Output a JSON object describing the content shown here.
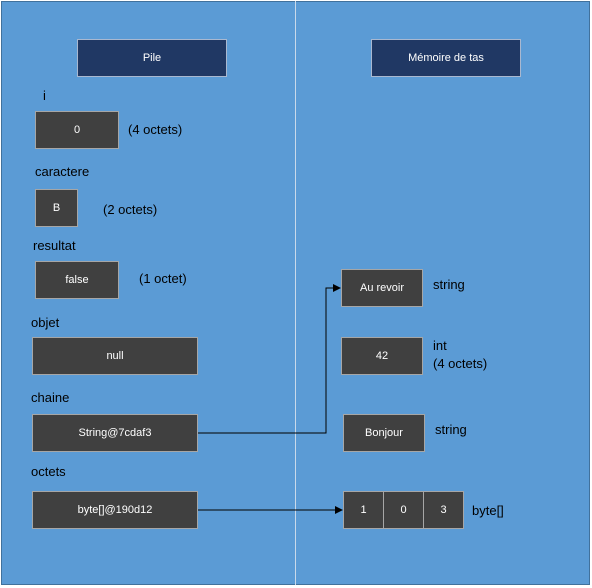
{
  "headers": {
    "stack": "Pile",
    "heap": "Mémoire de tas"
  },
  "stack": {
    "i": {
      "name": "i",
      "value": "0",
      "size": "(4 octets)"
    },
    "caractere": {
      "name": "caractere",
      "value": "B",
      "size": "(2 octets)"
    },
    "resultat": {
      "name": "resultat",
      "value": "false",
      "size": "(1 octet)"
    },
    "objet": {
      "name": "objet",
      "value": "null"
    },
    "chaine": {
      "name": "chaine",
      "value": "String@7cdaf3"
    },
    "octets": {
      "name": "octets",
      "value": "byte[]@190d12"
    }
  },
  "heap": {
    "au_revoir": {
      "value": "Au revoir",
      "type": "string"
    },
    "int42": {
      "value": "42",
      "type_line1": "int",
      "type_line2": "(4 octets)"
    },
    "bonjour": {
      "value": "Bonjour",
      "type": "string"
    },
    "byte_array": {
      "cells": [
        "1",
        "0",
        "3"
      ],
      "type": "byte[]"
    }
  },
  "colors": {
    "background": "#5b9bd5",
    "header_fill": "#203864",
    "box_fill": "#404040",
    "arrow": "#000000"
  }
}
